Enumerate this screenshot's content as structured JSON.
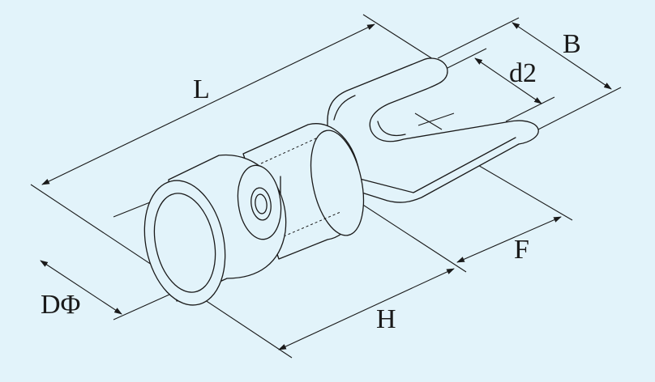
{
  "diagram": {
    "labels": {
      "L": "L",
      "B": "B",
      "d2": "d2",
      "F": "F",
      "H": "H",
      "D": "DΦ"
    }
  }
}
